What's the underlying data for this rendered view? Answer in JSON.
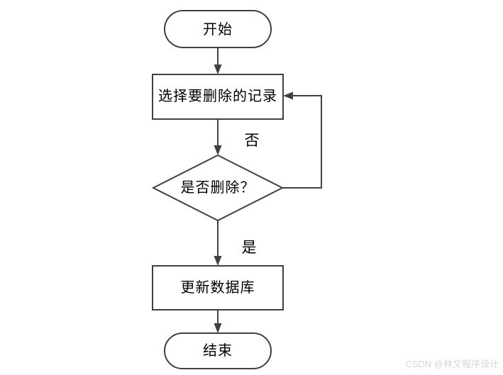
{
  "diagram": {
    "title": "delete-record-flowchart",
    "nodes": [
      {
        "id": "start",
        "type": "terminator",
        "label": "开始"
      },
      {
        "id": "select",
        "type": "process",
        "label": "选择要删除的记录"
      },
      {
        "id": "decision",
        "type": "decision",
        "label": "是否删除？"
      },
      {
        "id": "update",
        "type": "process",
        "label": "更新数据库"
      },
      {
        "id": "end",
        "type": "terminator",
        "label": "结束"
      }
    ],
    "edge_labels": {
      "no": "否",
      "yes": "是"
    }
  },
  "watermark": {
    "text": "CSDN @林文程序设计"
  },
  "colors": {
    "line": "#404040",
    "text": "#000000",
    "watermark": "#d6d6d6",
    "background": "#ffffff"
  }
}
